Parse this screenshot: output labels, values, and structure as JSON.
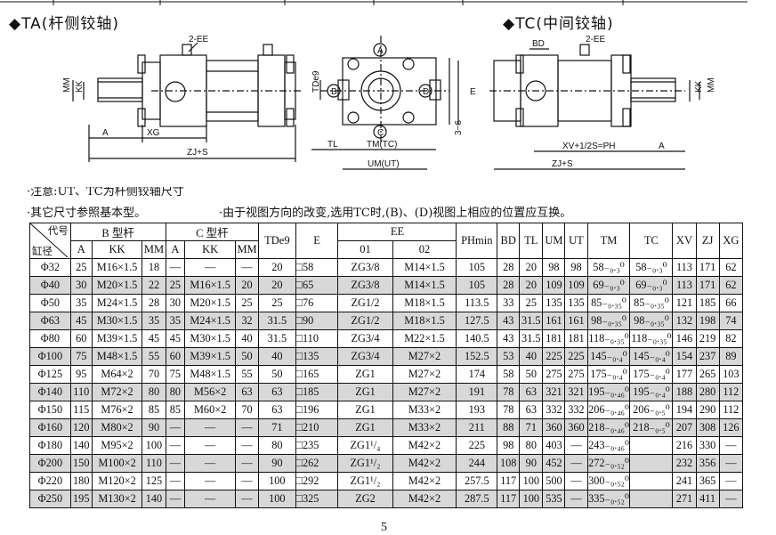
{
  "headings": {
    "left": "◆TA(杆侧铰轴)",
    "right": "◆TC(中间铰轴)"
  },
  "diagram_labels": {
    "ee": "2-EE",
    "mm": "MM",
    "kk": "KK",
    "a": "A",
    "xg": "XG",
    "zj_s": "ZJ+S",
    "circle_a": "A",
    "circle_b": "B",
    "circle_c": "C",
    "circle_d": "D",
    "tde9": "TDe9",
    "e": "E",
    "dim36": "3~6",
    "tl": "TL",
    "tm_tc": "TM(TC)",
    "um_ut": "UM(UT)",
    "bd": "BD",
    "xv_ph": "XV+1/2S=PH"
  },
  "notes": {
    "note1": "·注意:UT、TC为杆侧铰轴尺寸",
    "note2": "·其它尺寸参照基本型。",
    "note3": "·由于视图方向的改变,选用TC时,(B)、(D)视图上相应的位置应互换。"
  },
  "table": {
    "corner_top": "代号",
    "corner_bottom": "缸径",
    "group_b": "B 型杆",
    "group_c": "C 型杆",
    "group_ee": "EE",
    "cols": {
      "a": "A",
      "kk": "KK",
      "mm": "MM",
      "tde9": "TDe9",
      "e": "E",
      "ee01": "01",
      "ee02": "02",
      "ph": "PHmin",
      "bd": "BD",
      "tl": "TL",
      "um": "UM",
      "ut": "UT",
      "tm": "TM",
      "tc": "TC",
      "xv": "XV",
      "zj": "ZJ",
      "xg": "XG"
    },
    "rows": [
      [
        "Φ32",
        "25",
        "M16×1.5",
        "18",
        "—",
        "—",
        "—",
        "20",
        "□58",
        "ZG3/8",
        "M14×1.5",
        "105",
        "28",
        "20",
        "98",
        "98",
        "58₋₀.₃⁰",
        "58₋₀.₃⁰",
        "113",
        "171",
        "62"
      ],
      [
        "Φ40",
        "30",
        "M20×1.5",
        "22",
        "25",
        "M16×1.5",
        "20",
        "20",
        "□65",
        "ZG3/8",
        "M14×1.5",
        "105",
        "28",
        "20",
        "109",
        "109",
        "69₋₀.₃⁰",
        "69₋₀.₃⁰",
        "113",
        "171",
        "62"
      ],
      [
        "Φ50",
        "35",
        "M24×1.5",
        "28",
        "30",
        "M20×1.5",
        "25",
        "25",
        "□76",
        "ZG1/2",
        "M18×1.5",
        "113.5",
        "33",
        "25",
        "135",
        "135",
        "85₋₀.₃₅⁰",
        "85₋₀.₃₅⁰",
        "121",
        "185",
        "66"
      ],
      [
        "Φ63",
        "45",
        "M30×1.5",
        "35",
        "35",
        "M24×1.5",
        "32",
        "31.5",
        "□90",
        "ZG1/2",
        "M18×1.5",
        "127.5",
        "43",
        "31.5",
        "161",
        "161",
        "98₋₀.₃₅⁰",
        "98₋₀.₃₅⁰",
        "132",
        "198",
        "74"
      ],
      [
        "Φ80",
        "60",
        "M39×1.5",
        "45",
        "45",
        "M30×1.5",
        "40",
        "31.5",
        "□110",
        "ZG3/4",
        "M22×1.5",
        "140.5",
        "43",
        "31.5",
        "181",
        "181",
        "118₋₀.₃₅⁰",
        "118₋₀.₃₅⁰",
        "146",
        "219",
        "82"
      ],
      [
        "Φ100",
        "75",
        "M48×1.5",
        "55",
        "60",
        "M39×1.5",
        "50",
        "40",
        "□135",
        "ZG3/4",
        "M27×2",
        "152.5",
        "53",
        "40",
        "225",
        "225",
        "145₋₀.₄⁰",
        "145₋₀.₄⁰",
        "154",
        "237",
        "89"
      ],
      [
        "Φ125",
        "95",
        "M64×2",
        "70",
        "75",
        "M48×1.5",
        "55",
        "50",
        "□165",
        "ZG1",
        "M27×2",
        "174",
        "58",
        "50",
        "275",
        "275",
        "175₋₀.₄⁰",
        "175₋₀.₄⁰",
        "177",
        "265",
        "103"
      ],
      [
        "Φ140",
        "110",
        "M72×2",
        "80",
        "80",
        "M56×2",
        "63",
        "63",
        "□185",
        "ZG1",
        "M27×2",
        "191",
        "78",
        "63",
        "321",
        "321",
        "195₋₀.₄₆⁰",
        "195₋₀.₄⁰",
        "188",
        "280",
        "112"
      ],
      [
        "Φ150",
        "115",
        "M76×2",
        "85",
        "85",
        "M60×2",
        "70",
        "63",
        "□196",
        "ZG1",
        "M33×2",
        "193",
        "78",
        "63",
        "332",
        "332",
        "206₋₀.₄₆⁰",
        "206₋₀.₅⁰",
        "194",
        "290",
        "112"
      ],
      [
        "Φ160",
        "120",
        "M80×2",
        "90",
        "—",
        "—",
        "—",
        "71",
        "□210",
        "ZG1",
        "M33×2",
        "211",
        "88",
        "71",
        "360",
        "360",
        "218₋₀.₄₆⁰",
        "218₋₀.₅⁰",
        "207",
        "308",
        "126"
      ],
      [
        "Φ180",
        "140",
        "M95×2",
        "100",
        "—",
        "—",
        "—",
        "80",
        "□235",
        "ZG1¹/₄",
        "M42×2",
        "225",
        "98",
        "80",
        "403",
        "—",
        "243₋₀.₄₆⁰",
        "",
        "216",
        "330",
        "—"
      ],
      [
        "Φ200",
        "150",
        "M100×2",
        "110",
        "—",
        "—",
        "—",
        "90",
        "□262",
        "ZG1¹/₂",
        "M42×2",
        "244",
        "108",
        "90",
        "452",
        "—",
        "272₋₀.₅₂⁰",
        "",
        "232",
        "356",
        "—"
      ],
      [
        "Φ220",
        "180",
        "M120×2",
        "125",
        "—",
        "—",
        "—",
        "100",
        "□292",
        "ZG1¹/₂",
        "M42×2",
        "257.5",
        "117",
        "100",
        "500",
        "—",
        "300₋₀.₅₂⁰",
        "",
        "241",
        "365",
        "—"
      ],
      [
        "Φ250",
        "195",
        "M130×2",
        "140",
        "—",
        "—",
        "—",
        "100",
        "□325",
        "ZG2",
        "M42×2",
        "287.5",
        "117",
        "100",
        "535",
        "—",
        "335₋₀.₅₂⁰",
        "",
        "271",
        "411",
        "—"
      ]
    ]
  },
  "page_number": "5"
}
